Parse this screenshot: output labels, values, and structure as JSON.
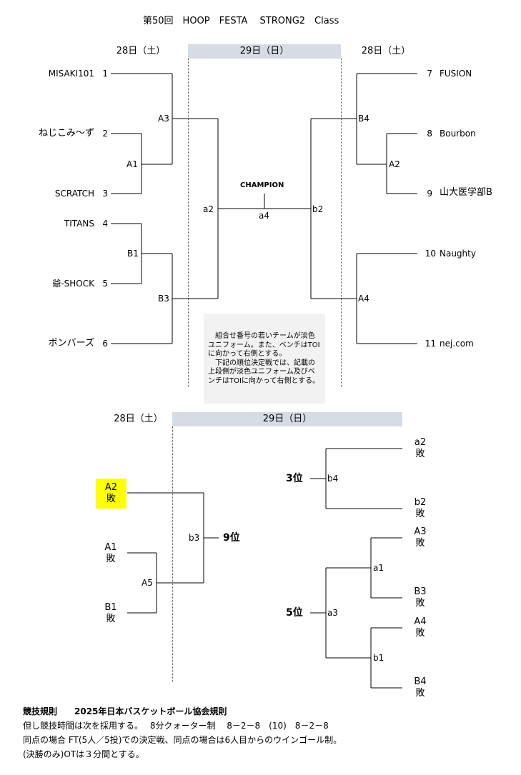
{
  "title": "第50回　HOOP　FESTA　 STRONG2　Class",
  "days": {
    "sat": "28日（土）",
    "sun": "29日（日）"
  },
  "teams": [
    {
      "num": "1",
      "name": "MISAKI101"
    },
    {
      "num": "2",
      "name": "ねじこみ〜ず"
    },
    {
      "num": "3",
      "name": "SCRATCH"
    },
    {
      "num": "4",
      "name": "TITANS"
    },
    {
      "num": "5",
      "name": "爺-SHOCK"
    },
    {
      "num": "6",
      "name": "ボンバーズ"
    },
    {
      "num": "7",
      "name": "FUSION"
    },
    {
      "num": "8",
      "name": "Bourbon"
    },
    {
      "num": "9",
      "name": "山大医学部B"
    },
    {
      "num": "10",
      "name": "Naughty"
    },
    {
      "num": "11",
      "name": "nej.com"
    }
  ],
  "games": {
    "a1": "A1",
    "a2": "A2",
    "a3": "A3",
    "a4": "A4",
    "a5": "A5",
    "b1": "B1",
    "b3": "B3",
    "b4": "B4",
    "sa1": "a1",
    "sa2": "a2",
    "sa3": "a3",
    "sa4": "a4",
    "sb1": "b1",
    "sb2": "b2",
    "sb3": "b3",
    "sb4": "b4"
  },
  "champion": "CHAMPION",
  "lose": "敗",
  "ranks": {
    "third": "3位",
    "fifth": "5位",
    "ninth": "9位"
  },
  "note": {
    "p1": "組合せ番号の若いチームが淡色ユニフォーム。また、ベンチはTOIに向かって右側とする。",
    "p2": "下記の順位決定戦では、記載の上段側が淡色ユニフォーム及びベンチはTOIに向かって右側とする。"
  },
  "rules": {
    "heading": "競技規則　　2025年日本バスケットボール協会規則",
    "line1": "但し競技時間は次を採用する。　 8分クォーター制　 8－2－8　(10)　8－2－8",
    "line2": "同点の場合 FT(5人／5投)での決定戦、同点の場合は6人目からのウインゴール制。",
    "line3": "(決勝のみ)OTは３分間とする。"
  },
  "colors": {
    "header_bg": "#d6dce4",
    "note_bg": "#f2f2f2",
    "highlight": "#ffff00"
  }
}
